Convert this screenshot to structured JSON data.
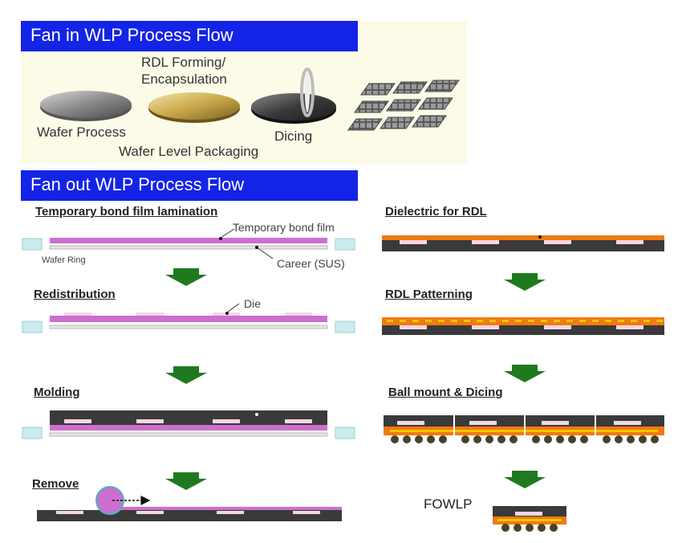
{
  "fan_in": {
    "title": "Fan in WLP Process Flow",
    "labels": {
      "rdl_forming": "RDL Forming/",
      "encapsulation": "Encapsulation",
      "wafer_process": "Wafer Process",
      "dicing": "Dicing",
      "wafer_level_packaging": "Wafer Level Packaging"
    }
  },
  "fan_out": {
    "title": "Fan out WLP Process Flow",
    "steps": {
      "temp_bond": "Temporary bond film lamination",
      "redistribution": "Redistribution",
      "molding": "Molding",
      "remove": "Remove",
      "dielectric": "Dielectric for RDL",
      "rdl_patterning": "RDL Patterning",
      "ball_mount": "Ball mount & Dicing"
    },
    "annotations": {
      "temporary_bond_film": "Temporary bond film",
      "wafer_ring": "Wafer Ring",
      "career": "Career (SUS)",
      "die": "Die",
      "fowlp": "FOWLP"
    }
  },
  "colors": {
    "title_bar": "#1424e6",
    "film_magenta": "#cc6fcf",
    "ring_cyan": "#c9ecee",
    "mold_dark": "#3a3a3a",
    "dielectric_orange": "#f07a12",
    "rdl_yellow": "#f5c400",
    "arrow_green": "#1f7a1f",
    "die_pink": "#f3d6e6"
  }
}
